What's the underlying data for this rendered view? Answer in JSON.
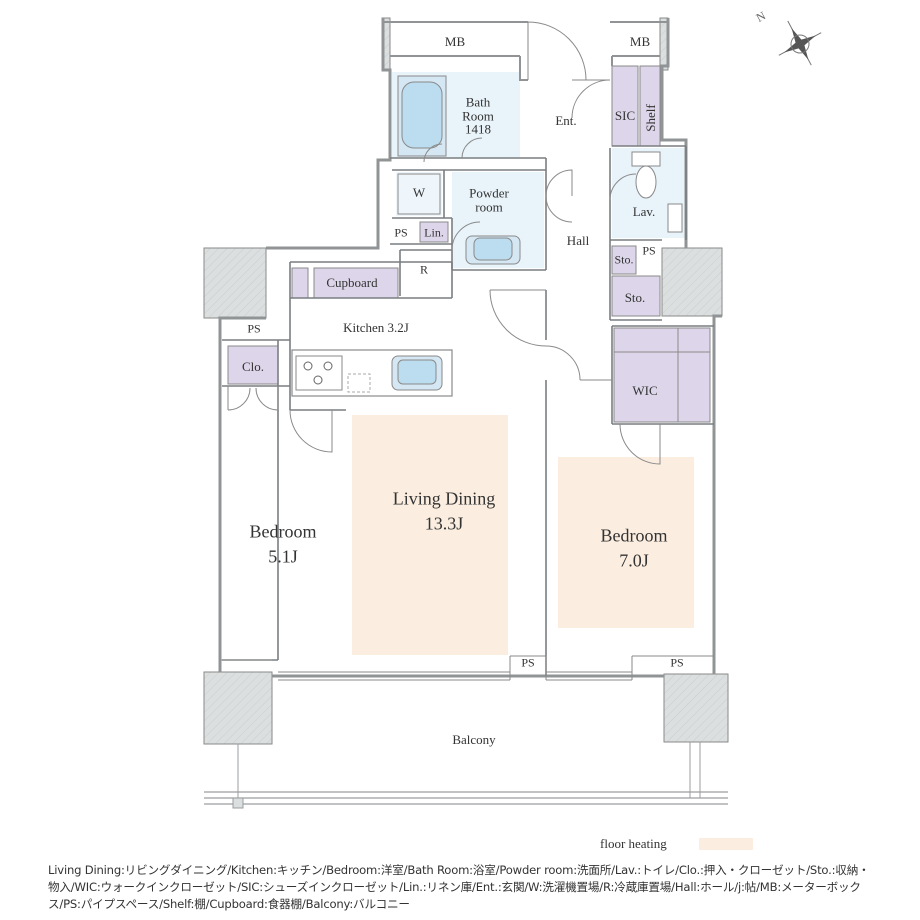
{
  "rooms": {
    "mb_left": "MB",
    "mb_right": "MB",
    "bath_room": "Bath\nRoom\n1418",
    "entrance": "Ent.",
    "sic": "SIC",
    "shelf": "Shelf",
    "washer": "W",
    "powder_room": "Powder\nroom",
    "lavatory": "Lav.",
    "ps_bath": "PS",
    "linen": "Lin.",
    "hall": "Hall",
    "refrigerator": "R",
    "storage_1": "Sto.",
    "ps_hall": "PS",
    "storage_2": "Sto.",
    "cupboard": "Cupboard",
    "ps_left": "PS",
    "kitchen": "Kitchen 3.2J",
    "closet": "Clo.",
    "wic": "WIC",
    "living_dining": "Living Dining",
    "living_dining_size": "13.3J",
    "bedroom_left": "Bedroom",
    "bedroom_left_size": "5.1J",
    "bedroom_right": "Bedroom",
    "bedroom_right_size": "7.0J",
    "ps_center": "PS",
    "ps_right": "PS",
    "balcony": "Balcony",
    "compass": "N"
  },
  "legend": {
    "label": "floor heating",
    "color": "#fbeee0"
  },
  "colors": {
    "storage": "#ddd6ea",
    "wet_area": "#e8f3fa",
    "structure": "#d8dcdc",
    "wall": "#909496"
  },
  "footnote": "Living Dining:リビングダイニング/Kitchen:キッチン/Bedroom:洋室/Bath Room:浴室/Powder room:洗面所/Lav.:トイレ/Clo.:押入・クローゼット/Sto.:収納・物入/WIC:ウォークインクローゼット/SIC:シューズインクローゼット/Lin.:リネン庫/Ent.:玄関/W:洗濯機置場/R:冷蔵庫置場/Hall:ホール/j:帖/MB:メーターボックス/PS:パイプスペース/Shelf:棚/Cupboard:食器棚/Balcony:バルコニー"
}
